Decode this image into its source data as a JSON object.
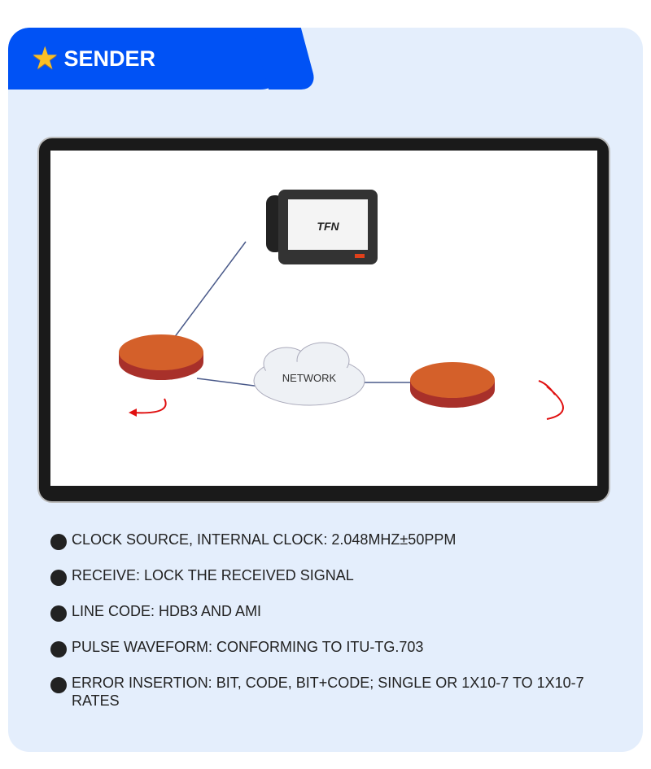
{
  "header": {
    "title": "SENDER",
    "icon": "star-icon"
  },
  "diagram": {
    "device_brand": "TFN",
    "cloud_label": "NETWORK"
  },
  "features": [
    "CLOCK SOURCE, INTERNAL CLOCK: 2.048MHZ±50PPM",
    "RECEIVE: LOCK THE RECEIVED SIGNAL",
    "LINE CODE: HDB3 AND AMI",
    "PULSE WAVEFORM: CONFORMING TO ITU-TG.703",
    "ERROR INSERTION: BIT, CODE, BIT+CODE; SINGLE OR 1X10-7 TO 1X10-7 RATES"
  ]
}
